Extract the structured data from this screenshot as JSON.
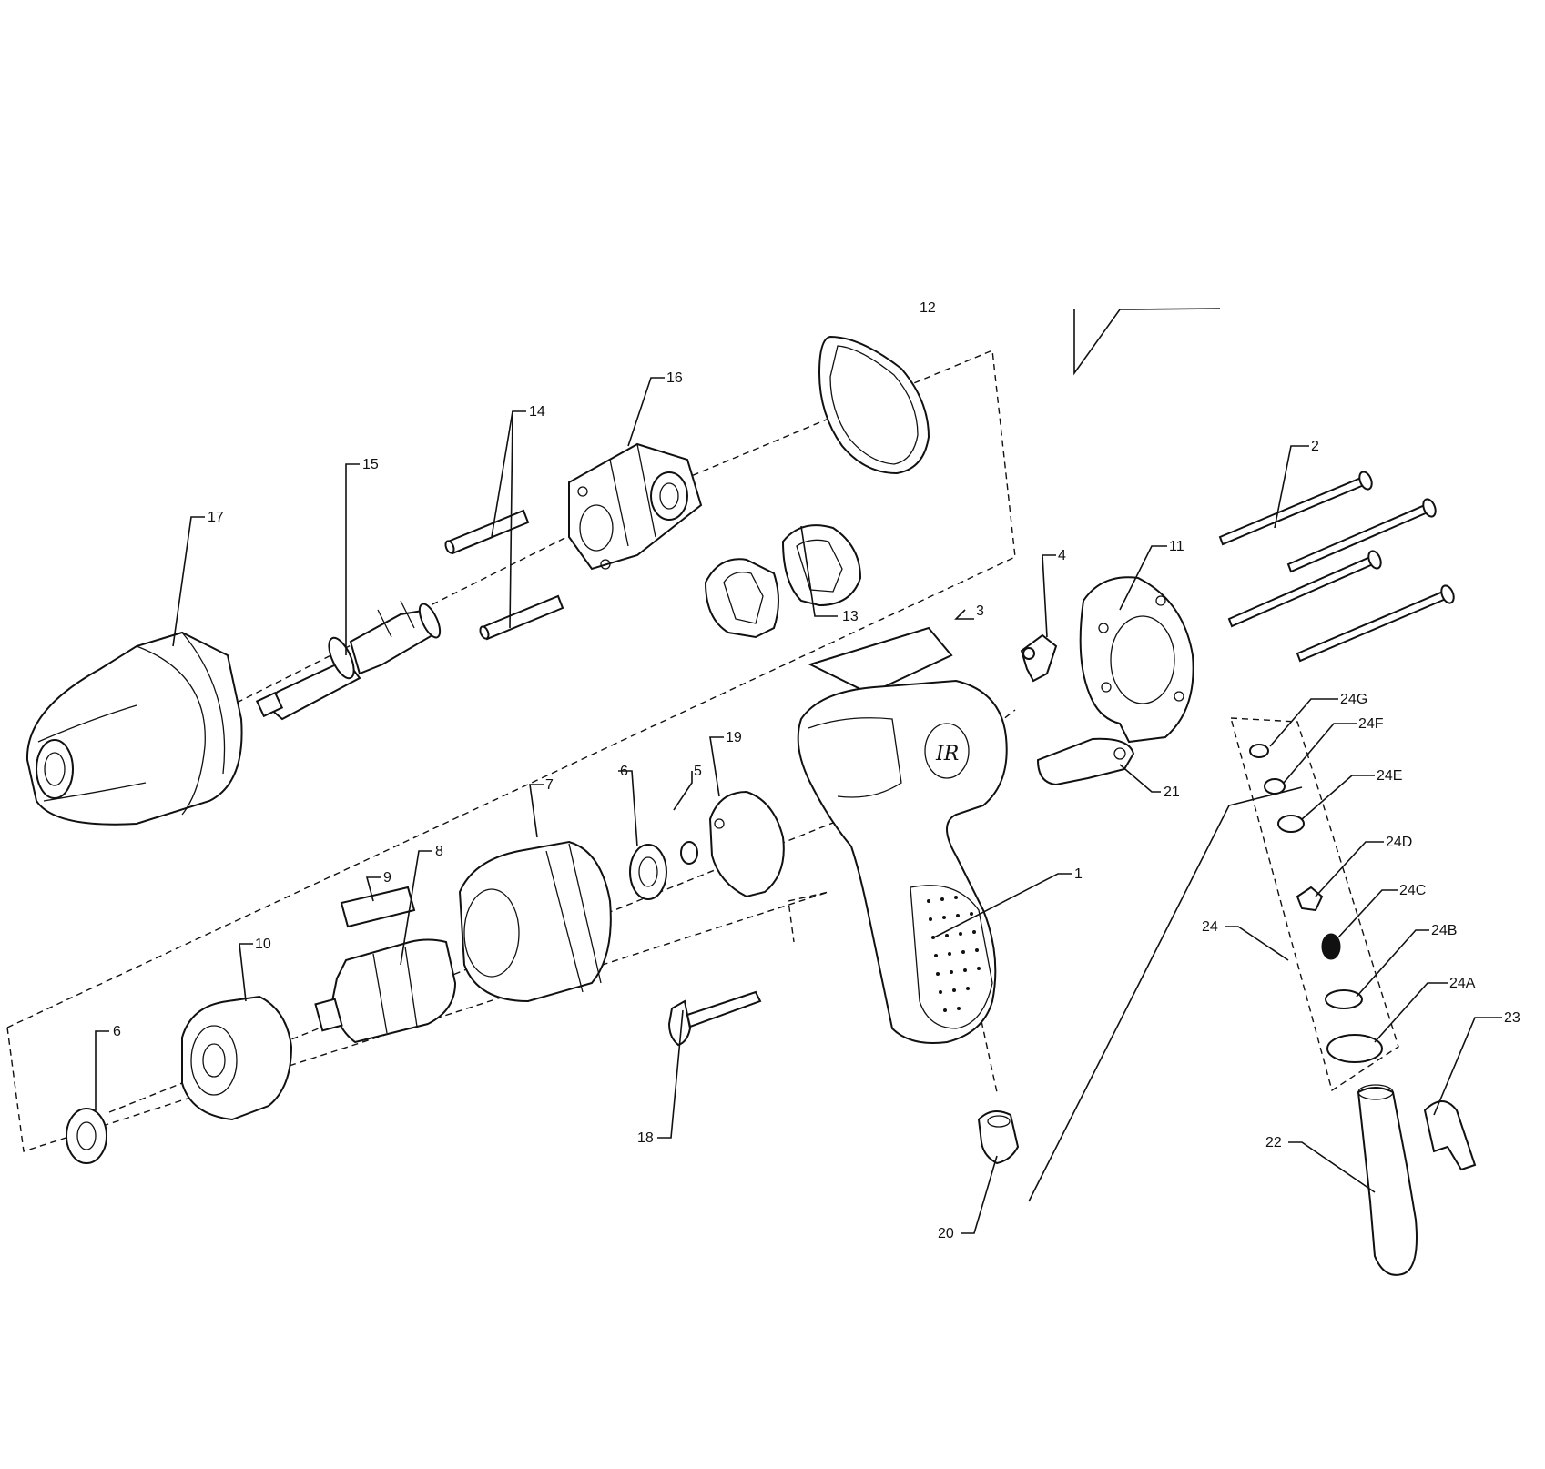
{
  "labels": {
    "p1": "1",
    "p2": "2",
    "p3": "3",
    "p4": "4",
    "p5": "5",
    "p6a": "6",
    "p6b": "6",
    "p7": "7",
    "p8": "8",
    "p9": "9",
    "p10": "10",
    "p11": "11",
    "p12": "12",
    "p13": "13",
    "p14": "14",
    "p15": "15",
    "p16": "16",
    "p17": "17",
    "p18": "18",
    "p19": "19",
    "p20": "20",
    "p21": "21",
    "p22": "22",
    "p23": "23",
    "p24": "24",
    "p24a": "24A",
    "p24b": "24B",
    "p24c": "24C",
    "p24d": "24D",
    "p24e": "24E",
    "p24f": "24F",
    "p24g": "24G"
  },
  "colors": {
    "line": "#111111",
    "background": "#ffffff"
  }
}
